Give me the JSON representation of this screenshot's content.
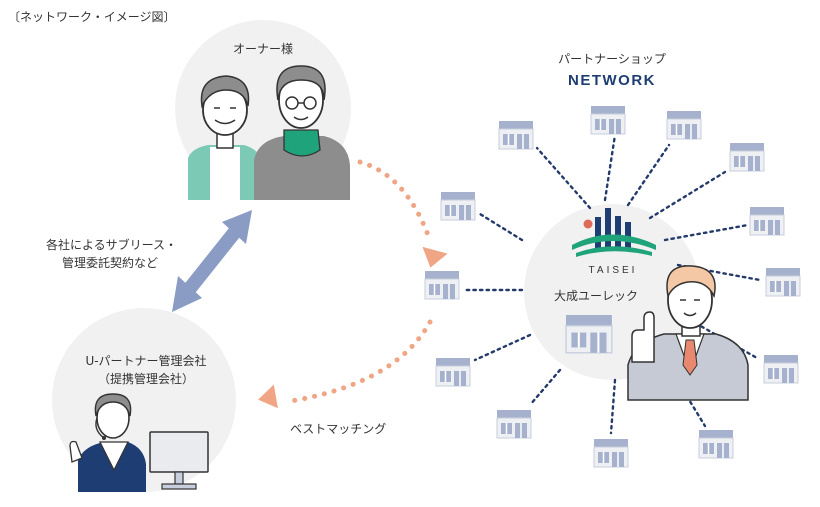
{
  "heading": "〔ネットワーク・イメージ図〕",
  "owner_label": "オーナー様",
  "partner_shop_label": "パートナーショップ",
  "network_label": "NETWORK",
  "sublease_label_line1": "各社によるサブリース・",
  "sublease_label_line2": "管理委託契約など",
  "company_brand": "TAISEI",
  "company_label": "大成ユーレック",
  "manager_label_line1": "U-パートナー管理会社",
  "manager_label_line2": "（提携管理会社）",
  "matching_label": "ベストマッチング",
  "colors": {
    "navy": "#1e3e73",
    "dot_navy": "#233a6b",
    "salmon": "#f0a585",
    "arrow_blue": "#8a9cc4",
    "circle_bg": "#f1f1f1",
    "shop_blue": "#a6b2cd",
    "teal_green": "#7ccab6",
    "green_scarf": "#1fa37a",
    "logo_red": "#e06a5a"
  }
}
